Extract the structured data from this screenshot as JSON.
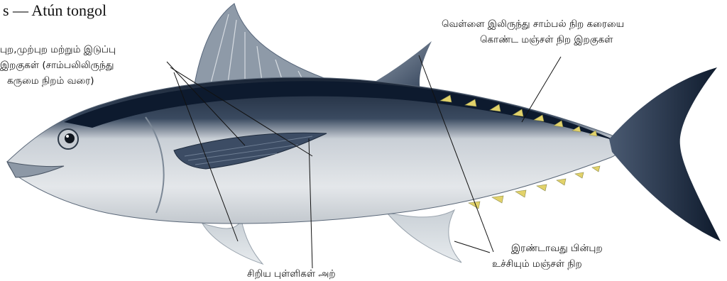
{
  "species": {
    "name_line": "s  — Atún tongol"
  },
  "labels": {
    "pectoral_line1": "புற,முற்புற மற்றும் இடுப்பு",
    "pectoral_line2": "இறகுகள் (சாம்பலிலிருந்து",
    "pectoral_line3": "கருமை நிறம் வரை)",
    "finlet_line1": "வெள்ளை இலிருந்து சாம்பல் நிற கரையை",
    "finlet_line2": "கொண்ட மஞ்சள் நிற இறகுகள்",
    "second_fin_line1": "இரண்டாவது பின்புற",
    "second_fin_line2": "உச்சியும் மஞ்சள் நிற",
    "bottom_cut": "சிறிய புள்ளிகள் அற்"
  },
  "colors": {
    "back": "#0d1a2e",
    "body": "#d9dde2",
    "belly": "#eef0f2",
    "fin": "#1c2a40",
    "finlet_yellow": "#e2d26a",
    "leader": "#111111"
  }
}
